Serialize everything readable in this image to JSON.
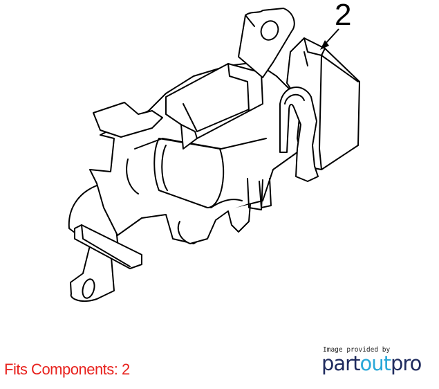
{
  "callout": {
    "number": "2"
  },
  "caption": {
    "fits_components": "Fits Components: 2",
    "color": "#e8221e"
  },
  "credit": {
    "provided_by": "Image provided by",
    "brand_part1": "part",
    "brand_part2": "out",
    "brand_part3": "pro",
    "brand_color": "#1f2b5e",
    "accent_color": "#29a8d8"
  }
}
